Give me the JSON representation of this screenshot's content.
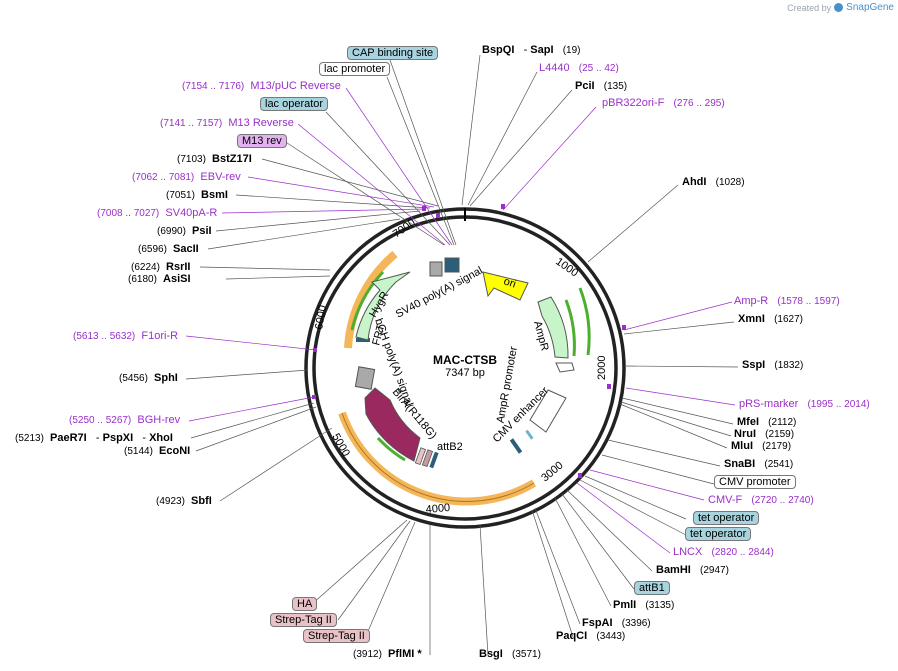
{
  "credit": {
    "prefix": "Created by",
    "brand": "SnapGene"
  },
  "plasmid": {
    "name": "MAC-CTSB",
    "size": "7347 bp"
  },
  "tick_labels": [
    "1000",
    "2000",
    "3000",
    "4000",
    "5000",
    "6000",
    "7000"
  ],
  "inner_features": [
    "ori",
    "AmpR",
    "AmpR promoter",
    "CMV enhancer",
    "attB2",
    "BirA(R118G)",
    "bGH poly(A) signal",
    "FRT",
    "HygR",
    "SV40 poly(A) signal"
  ],
  "right_labels": [
    {
      "name": "BspQI",
      "extra": "SapI",
      "pos": "(19)"
    },
    {
      "name": "L4440",
      "pos": "(25 .. 42)",
      "kind": "primer"
    },
    {
      "name": "PciI",
      "pos": "(135)"
    },
    {
      "name": "pBR322ori-F",
      "pos": "(276 .. 295)",
      "kind": "primer"
    },
    {
      "name": "AhdI",
      "pos": "(1028)"
    },
    {
      "name": "Amp-R",
      "pos": "(1578 .. 1597)",
      "kind": "primer"
    },
    {
      "name": "XmnI",
      "pos": "(1627)"
    },
    {
      "name": "SspI",
      "pos": "(1832)"
    },
    {
      "name": "pRS-marker",
      "pos": "(1995 .. 2014)",
      "kind": "primer"
    },
    {
      "name": "MfeI",
      "pos": "(2112)"
    },
    {
      "name": "NruI",
      "pos": "(2159)"
    },
    {
      "name": "MluI",
      "pos": "(2179)"
    },
    {
      "name": "SnaBI",
      "pos": "(2541)"
    },
    {
      "name": "CMV promoter",
      "kind": "box-white"
    },
    {
      "name": "CMV-F",
      "pos": "(2720 .. 2740)",
      "kind": "primer"
    },
    {
      "name": "tet operator",
      "kind": "box-blue"
    },
    {
      "name": "tet operator",
      "kind": "box-blue"
    },
    {
      "name": "LNCX",
      "pos": "(2820 .. 2844)",
      "kind": "primer"
    },
    {
      "name": "BamHI",
      "pos": "(2947)"
    },
    {
      "name": "attB1",
      "kind": "box-blue"
    },
    {
      "name": "PmlI",
      "pos": "(3135)"
    },
    {
      "name": "FspAI",
      "pos": "(3396)"
    },
    {
      "name": "PaqCI",
      "pos": "(3443)"
    },
    {
      "name": "BsgI",
      "pos": "(3571)"
    }
  ],
  "left_labels": [
    {
      "name": "CAP binding site",
      "kind": "box-blue"
    },
    {
      "name": "lac promoter",
      "kind": "box-white"
    },
    {
      "name": "M13/pUC Reverse",
      "pos": "(7154 .. 7176)",
      "kind": "primer"
    },
    {
      "name": "lac operator",
      "kind": "box-blue"
    },
    {
      "name": "M13 Reverse",
      "pos": "(7141 .. 7157)",
      "kind": "primer"
    },
    {
      "name": "M13 rev",
      "kind": "box-purple"
    },
    {
      "name": "BstZ17I",
      "pos": "(7103)"
    },
    {
      "name": "EBV-rev",
      "pos": "(7062 .. 7081)",
      "kind": "primer"
    },
    {
      "name": "BsmI",
      "pos": "(7051)"
    },
    {
      "name": "SV40pA-R",
      "pos": "(7008 .. 7027)",
      "kind": "primer"
    },
    {
      "name": "PsiI",
      "pos": "(6990)"
    },
    {
      "name": "SacII",
      "pos": "(6596)"
    },
    {
      "name": "RsrII",
      "pos": "(6224)"
    },
    {
      "name": "AsiSI",
      "pos": "(6180)"
    },
    {
      "name": "F1ori-R",
      "pos": "(5613 .. 5632)",
      "kind": "primer"
    },
    {
      "name": "SphI",
      "pos": "(5456)"
    },
    {
      "name": "BGH-rev",
      "pos": "(5250 .. 5267)",
      "kind": "primer"
    },
    {
      "name": "PaeR7I",
      "extra": "PspXI",
      "extra2": "XhoI",
      "pos": "(5213)"
    },
    {
      "name": "EcoNI",
      "pos": "(5144)"
    },
    {
      "name": "SbfI",
      "pos": "(4923)"
    },
    {
      "name": "HA",
      "kind": "box-pink"
    },
    {
      "name": "Strep-Tag II",
      "kind": "box-pink"
    },
    {
      "name": "Strep-Tag II",
      "kind": "box-pink"
    },
    {
      "name": "PflMI *",
      "pos": "(3912)"
    }
  ],
  "colors": {
    "primer": "#9a2fc9",
    "box_blue": "#a8d4df",
    "box_pink": "#e9c2c7",
    "box_purple": "#e4b2f0",
    "ori": "#ffff00",
    "hygr": "#c7f5c9",
    "birA": "#99295e",
    "orange": "#f2a93b"
  }
}
